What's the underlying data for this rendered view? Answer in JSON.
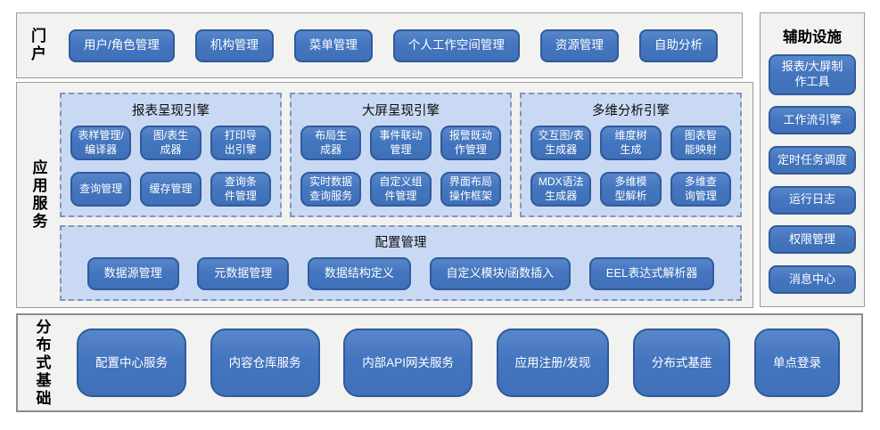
{
  "colors": {
    "node_fill": "#4476bf",
    "node_border": "#2f5b9b",
    "panel_fill": "#c9d9f3",
    "panel_dash_border": "#8496b8",
    "section_fill": "#f2f2f1",
    "section_border": "#9a9a9a",
    "node_text": "#ffffff",
    "label_text": "#000000"
  },
  "portal": {
    "label": "门户",
    "items": [
      "用户/角色管理",
      "机构管理",
      "菜单管理",
      "个人工作空间管理",
      "资源管理",
      "自助分析"
    ]
  },
  "app_services": {
    "label": "应用服务",
    "engines": [
      {
        "title": "报表呈现引擎",
        "items": [
          "表样管理/\n编译器",
          "图/表生\n成器",
          "打印导\n出引擎",
          "查询管理",
          "缓存管理",
          "查询条\n件管理"
        ]
      },
      {
        "title": "大屏呈现引擎",
        "items": [
          "布局生\n成器",
          "事件联动\n管理",
          "报警既动\n作管理",
          "实时数据\n查询服务",
          "自定义组\n件管理",
          "界面布局\n操作框架"
        ]
      },
      {
        "title": "多维分析引擎",
        "items": [
          "交互图/表\n生成器",
          "维度树\n生成",
          "图表智\n能映射",
          "MDX语法\n生成器",
          "多维模\n型解析",
          "多维查\n询管理"
        ]
      }
    ],
    "config": {
      "title": "配置管理",
      "items": [
        "数据源管理",
        "元数据管理",
        "数据结构定义",
        "自定义模块/函数插入",
        "EEL表达式解析器"
      ]
    }
  },
  "auxiliary": {
    "title": "辅助设施",
    "items": [
      "报表/大屏制\n作工具",
      "工作流引擎",
      "定时任务调度",
      "运行日志",
      "权限管理",
      "消息中心"
    ]
  },
  "foundation": {
    "label": "分布式基础",
    "items": [
      "配置中心服务",
      "内容仓库服务",
      "内部API网关服务",
      "应用注册/发现",
      "分布式基座",
      "单点登录"
    ]
  }
}
